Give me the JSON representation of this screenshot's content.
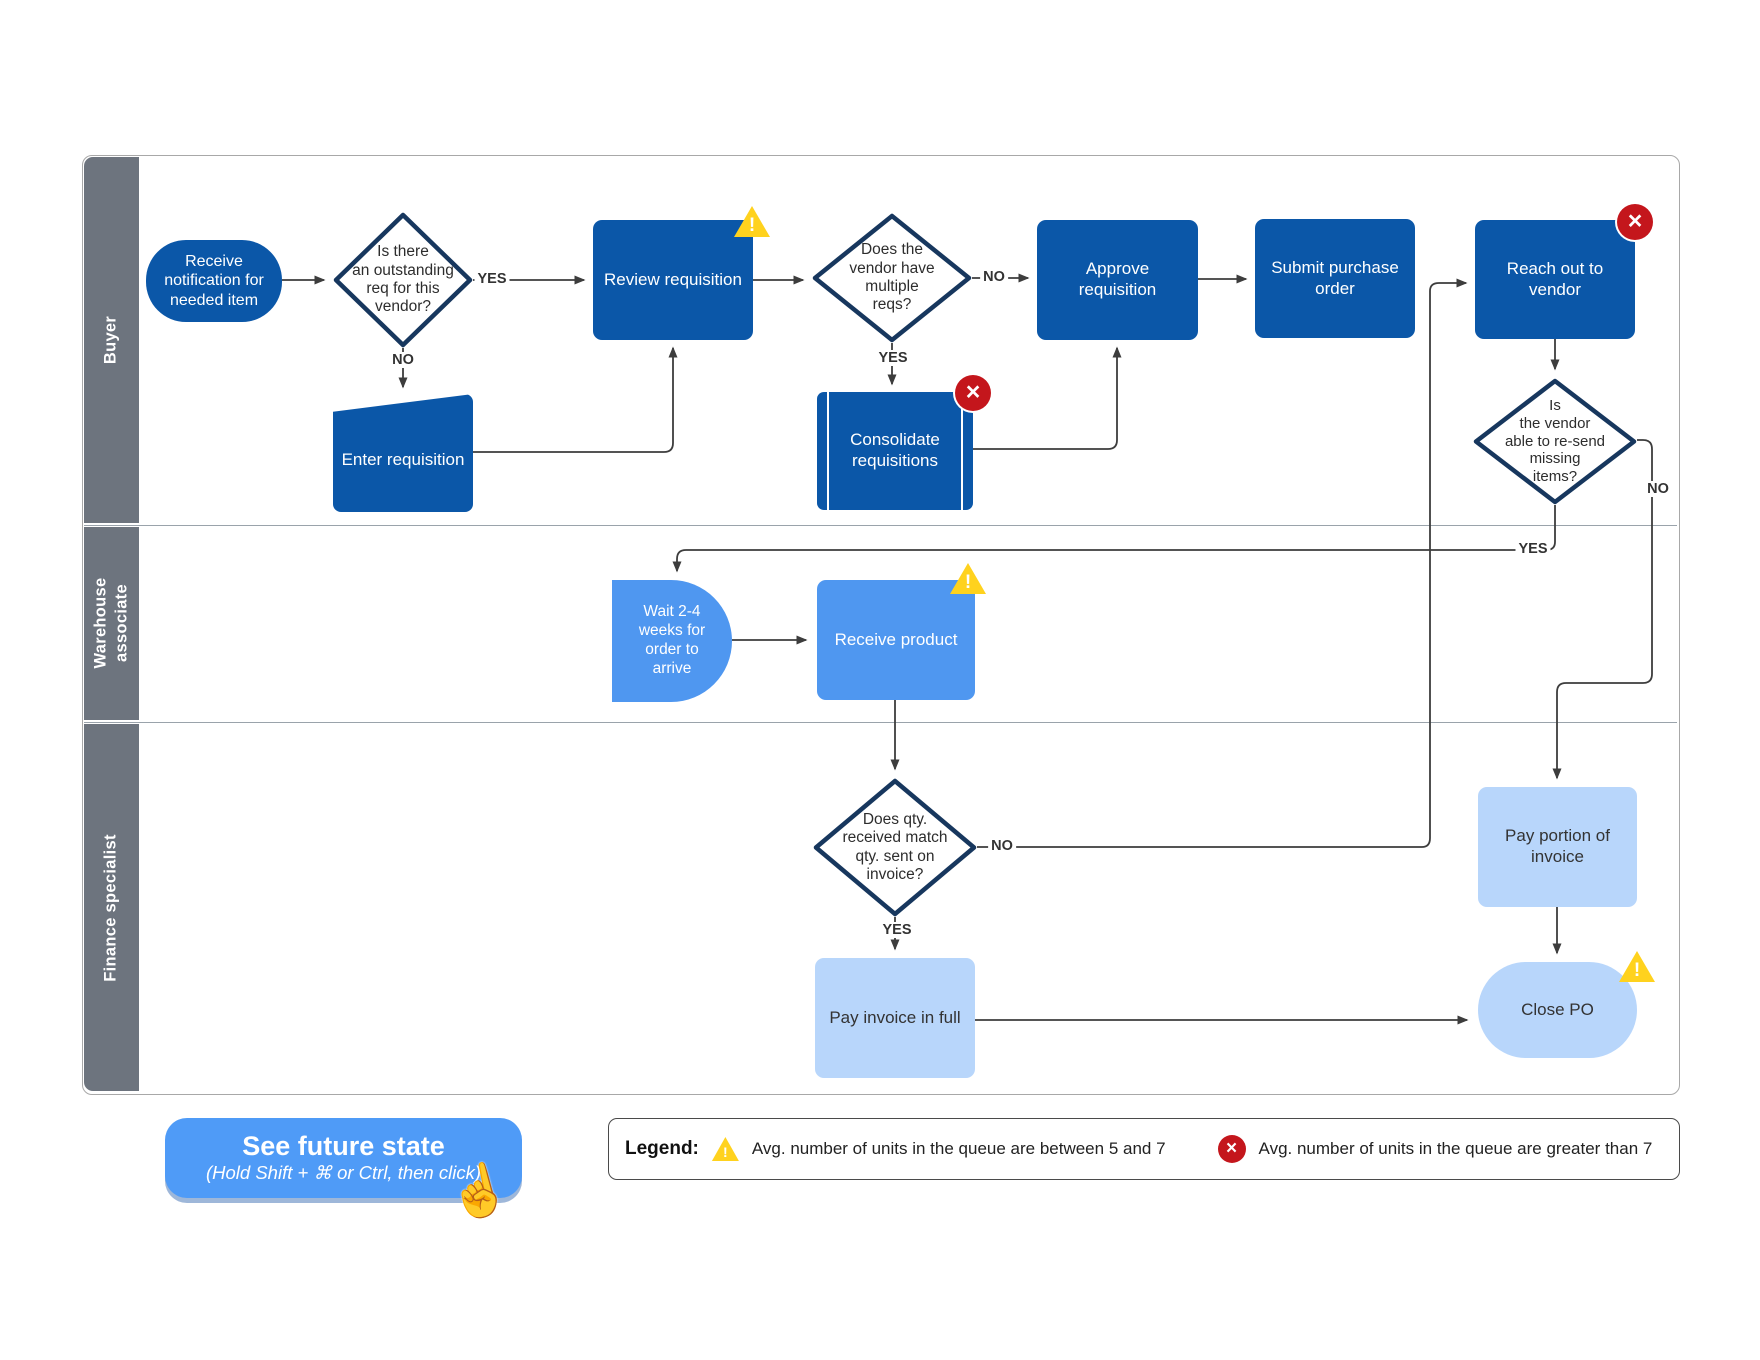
{
  "lanes": [
    {
      "label": "Buyer"
    },
    {
      "label": "Warehouse associate"
    },
    {
      "label": "Finance specialist"
    }
  ],
  "nodes": {
    "receive_notification": {
      "label": "Receive\nnotification for\nneeded item"
    },
    "outstanding_req": {
      "label": "Is there\nan outstanding\nreq for this\nvendor?"
    },
    "enter_requisition": {
      "label": "Enter requisition"
    },
    "review_requisition": {
      "label": "Review requisition"
    },
    "vendor_multiple_reqs": {
      "label": "Does the\nvendor have\nmultiple\nreqs?"
    },
    "consolidate_requisitions": {
      "label": "Consolidate\nrequisitions"
    },
    "approve_requisition": {
      "label": "Approve\nrequisition"
    },
    "submit_purchase_order": {
      "label": "Submit purchase\norder"
    },
    "reach_out_to_vendor": {
      "label": "Reach out to\nvendor"
    },
    "vendor_resend_items": {
      "label": "Is\nthe vendor\nable to re-send\nmissing\nitems?"
    },
    "wait_for_order": {
      "label": "Wait 2-4\nweeks for\norder to\narrive"
    },
    "receive_product": {
      "label": "Receive product"
    },
    "qty_match": {
      "label": "Does qty.\nreceived match\nqty. sent on\ninvoice?"
    },
    "pay_invoice_in_full": {
      "label": "Pay invoice in full"
    },
    "pay_portion_of_invoice": {
      "label": "Pay portion of\ninvoice"
    },
    "close_po": {
      "label": "Close PO"
    }
  },
  "edges": {
    "outstanding_req": {
      "yes": "YES",
      "no": "NO"
    },
    "vendor_multiple_reqs": {
      "yes": "YES",
      "no": "NO"
    },
    "vendor_resend_items": {
      "yes": "YES",
      "no": "NO"
    },
    "qty_match": {
      "yes": "YES",
      "no": "NO"
    }
  },
  "badges": {
    "warning_glyph": "!",
    "error_glyph": "×"
  },
  "legend": {
    "title": "Legend:",
    "warning_text": "Avg. number of units in the queue are between 5 and 7",
    "error_text": "Avg. number of units in the queue are greater than 7"
  },
  "button": {
    "title": "See future state",
    "subtitle": "(Hold Shift + ⌘ or Ctrl, then click)",
    "cursor_glyph": "☝"
  },
  "colors": {
    "darkBlue": "#0b57a8",
    "brightBlue": "#4f97f0",
    "paleBlue": "#b8d6fb",
    "navy": "#17375e",
    "laneGray": "#6d747e",
    "connector": "#3d3d3d",
    "warningYellow": "#ffd21e",
    "errorRed": "#c4161c",
    "buttonBlue": "#4f9bf7",
    "frameBorder": "#a8a8a8"
  }
}
